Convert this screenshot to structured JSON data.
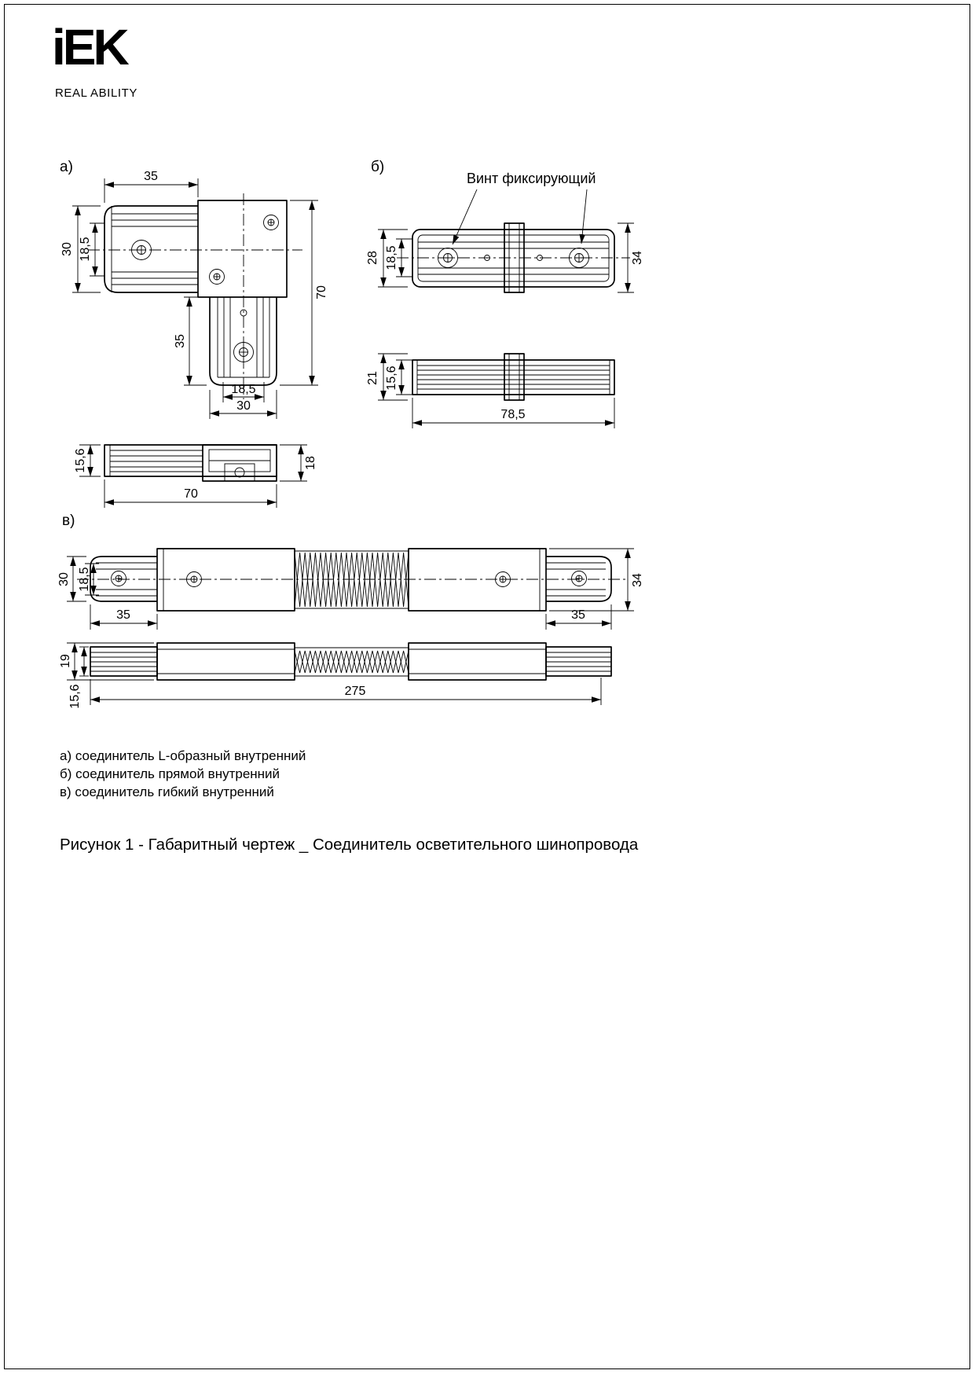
{
  "brand": {
    "logo_text": "iEK",
    "tagline": "REAL ABILITY"
  },
  "figure_caption": "Рисунок 1 - Габаритный чертеж _ Соединитель осветительного шинопровода",
  "legend": [
    "а) соединитель L-образный внутренний",
    "б) соединитель прямой внутренний",
    "в) соединитель гибкий внутренний"
  ],
  "drawing_a": {
    "label": "а)",
    "dim_top_width": "35",
    "dim_left_outer": "30",
    "dim_left_inner": "18,5",
    "dim_right_total": "70",
    "dim_arm_length": "35",
    "dim_bottom_inner": "18,5",
    "dim_bottom_outer": "30",
    "side_dim_height_inner": "15,6",
    "side_dim_height_outer": "18",
    "side_dim_width": "70"
  },
  "drawing_b": {
    "label": "б)",
    "callout": "Винт фиксирующий",
    "dim_left_outer": "28",
    "dim_left_inner": "18,5",
    "dim_right": "34",
    "side_dim_outer": "21",
    "side_dim_inner": "15,6",
    "side_dim_width": "78,5"
  },
  "drawing_v": {
    "label": "в)",
    "dim_left_outer": "30",
    "dim_left_inner": "18,5",
    "dim_right": "34",
    "dim_end_left": "35",
    "dim_end_right": "35",
    "side_dim_outer": "19",
    "side_dim_inner": "15,6",
    "side_dim_total": "275"
  }
}
